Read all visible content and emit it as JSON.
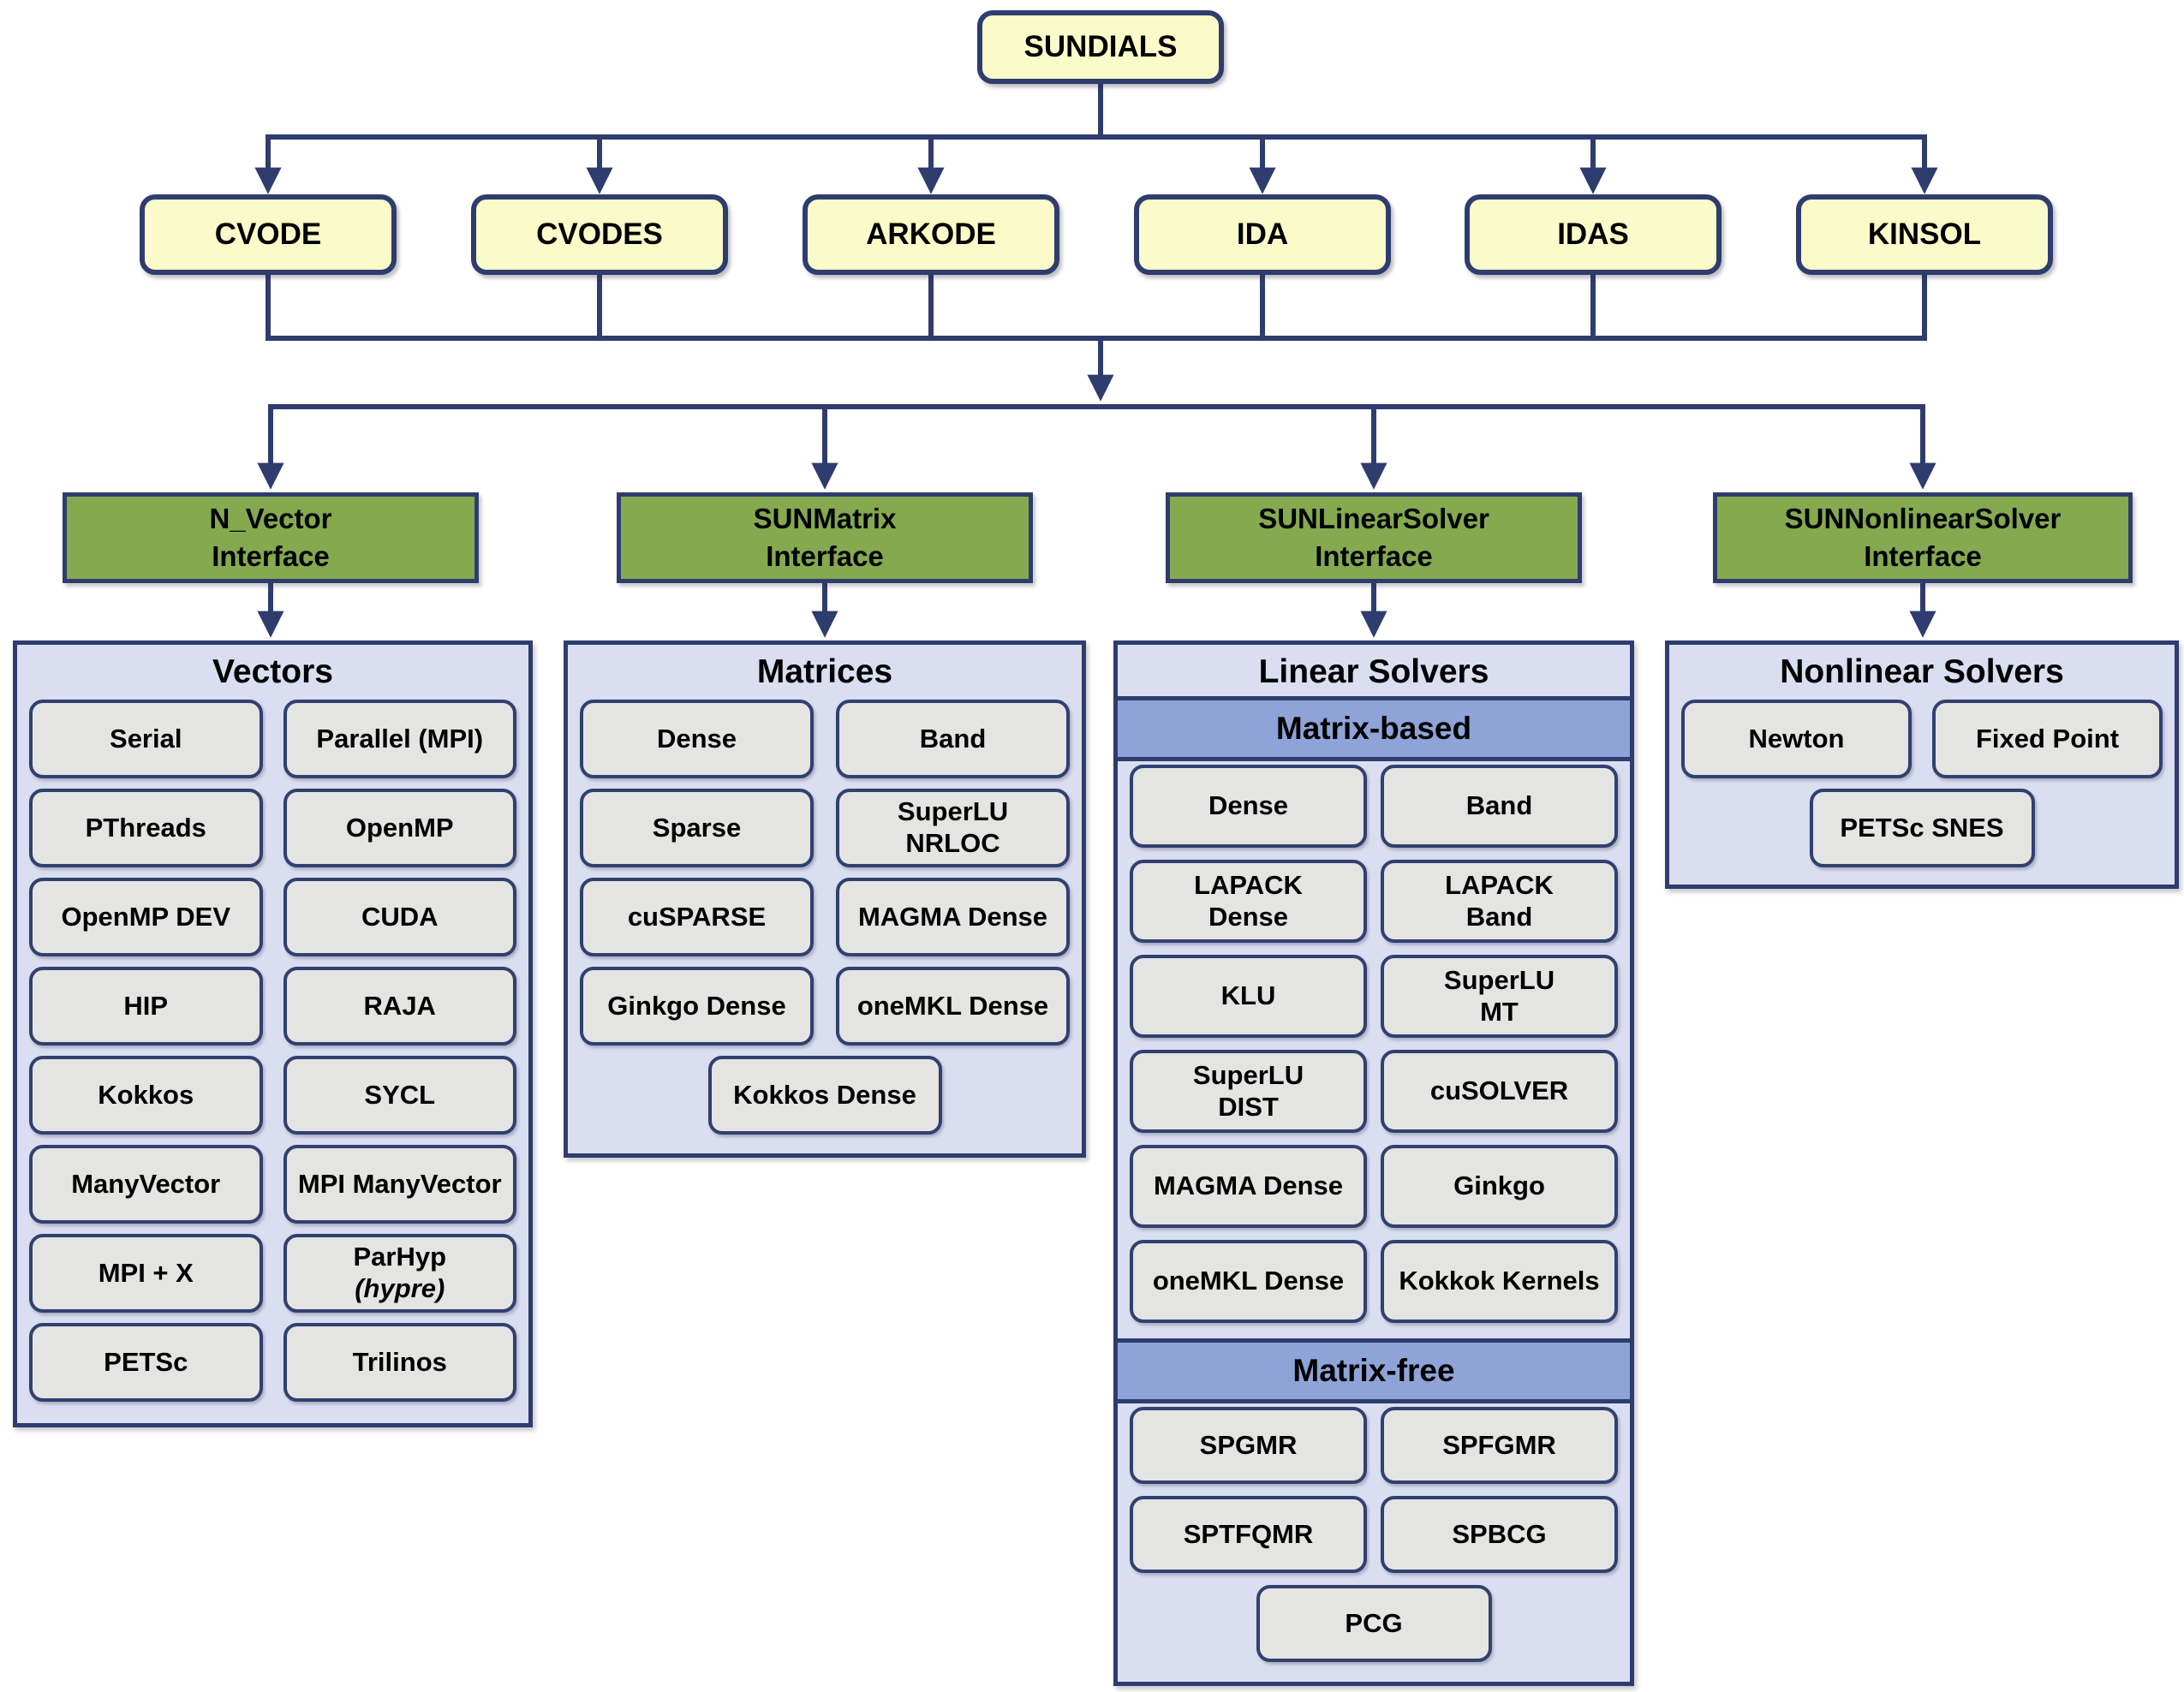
{
  "diagram": {
    "root": {
      "label": "SUNDIALS"
    },
    "modules": [
      {
        "label": "CVODE"
      },
      {
        "label": "CVODES"
      },
      {
        "label": "ARKODE"
      },
      {
        "label": "IDA"
      },
      {
        "label": "IDAS"
      },
      {
        "label": "KINSOL"
      }
    ],
    "interfaces": [
      {
        "line1": "N_Vector",
        "line2": "Interface"
      },
      {
        "line1": "SUNMatrix",
        "line2": "Interface"
      },
      {
        "line1": "SUNLinearSolver",
        "line2": "Interface"
      },
      {
        "line1": "SUNNonlinearSolver",
        "line2": "Interface"
      }
    ],
    "panels": {
      "vectors": {
        "title": "Vectors",
        "items": [
          {
            "line1": "Serial"
          },
          {
            "line1": "Parallel (MPI)"
          },
          {
            "line1": "PThreads"
          },
          {
            "line1": "OpenMP"
          },
          {
            "line1": "OpenMP DEV"
          },
          {
            "line1": "CUDA"
          },
          {
            "line1": "HIP"
          },
          {
            "line1": "RAJA"
          },
          {
            "line1": "Kokkos"
          },
          {
            "line1": "SYCL"
          },
          {
            "line1": "ManyVector"
          },
          {
            "line1": "MPI ManyVector"
          },
          {
            "line1": "MPI + X"
          },
          {
            "line1": "ParHyp",
            "line2": "(hypre)"
          },
          {
            "line1": "PETSc"
          },
          {
            "line1": "Trilinos"
          }
        ]
      },
      "matrices": {
        "title": "Matrices",
        "items": [
          {
            "line1": "Dense"
          },
          {
            "line1": "Band"
          },
          {
            "line1": "Sparse"
          },
          {
            "line1": "SuperLU",
            "line2": "NRLOC"
          },
          {
            "line1": "cuSPARSE"
          },
          {
            "line1": "MAGMA Dense"
          },
          {
            "line1": "Ginkgo Dense"
          },
          {
            "line1": "oneMKL Dense"
          },
          {
            "line1": "Kokkos Dense"
          }
        ]
      },
      "linear": {
        "title": "Linear Solvers",
        "matrix_based": {
          "band": "Matrix-based",
          "items": [
            {
              "line1": "Dense"
            },
            {
              "line1": "Band"
            },
            {
              "line1": "LAPACK",
              "line2": "Dense"
            },
            {
              "line1": "LAPACK",
              "line2": "Band"
            },
            {
              "line1": "KLU"
            },
            {
              "line1": "SuperLU",
              "line2": "MT"
            },
            {
              "line1": "SuperLU",
              "line2": "DIST"
            },
            {
              "line1": "cuSOLVER"
            },
            {
              "line1": "MAGMA Dense"
            },
            {
              "line1": "Ginkgo"
            },
            {
              "line1": "oneMKL Dense"
            },
            {
              "line1": "Kokkok Kernels"
            }
          ]
        },
        "matrix_free": {
          "band": "Matrix-free",
          "items": [
            {
              "line1": "SPGMR"
            },
            {
              "line1": "SPFGMR"
            },
            {
              "line1": "SPTFQMR"
            },
            {
              "line1": "SPBCG"
            },
            {
              "line1": "PCG"
            }
          ]
        }
      },
      "nonlinear": {
        "title": "Nonlinear Solvers",
        "items": [
          {
            "line1": "Newton"
          },
          {
            "line1": "Fixed Point"
          },
          {
            "line1": "PETSc SNES"
          }
        ]
      }
    },
    "colors": {
      "line": "#2E3C6E",
      "module_fill": "#FBFBC9",
      "interface_fill": "#84A94F",
      "panel_fill": "#D9DEF1",
      "item_fill": "#E4E4E3",
      "band_fill": "#8EA3D8"
    }
  }
}
